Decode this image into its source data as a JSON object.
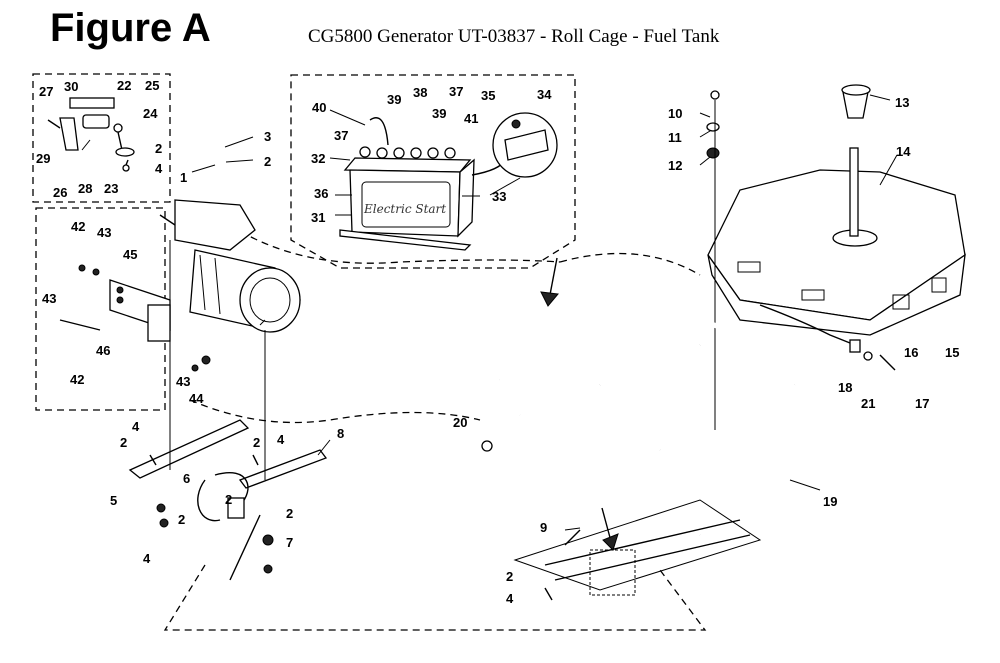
{
  "header": {
    "figure_label": "Figure A",
    "document_title": "CG5800 Generator UT-03837 - Roll Cage - Fuel Tank"
  },
  "battery": {
    "brand_text": "Electric Start"
  },
  "callouts": {
    "c1": "1",
    "c2a": "2",
    "c2b": "2",
    "c2c": "2",
    "c2d": "2",
    "c2e": "2",
    "c2f": "2",
    "c2g": "2",
    "c2h": "2",
    "c3": "3",
    "c4a": "4",
    "c4b": "4",
    "c4c": "4",
    "c4d": "4",
    "c4e": "4",
    "c5": "5",
    "c6": "6",
    "c7": "7",
    "c8": "8",
    "c9": "9",
    "c10": "10",
    "c11": "11",
    "c12": "12",
    "c13": "13",
    "c14": "14",
    "c15": "15",
    "c16": "16",
    "c17": "17",
    "c18": "18",
    "c19": "19",
    "c20": "20",
    "c21": "21",
    "c22": "22",
    "c23": "23",
    "c24": "24",
    "c25": "25",
    "c26": "26",
    "c27": "27",
    "c28": "28",
    "c29": "29",
    "c30": "30",
    "c31": "31",
    "c32": "32",
    "c33": "33",
    "c34": "34",
    "c35": "35",
    "c36": "36",
    "c37a": "37",
    "c37b": "37",
    "c38": "38",
    "c39a": "39",
    "c39b": "39",
    "c40": "40",
    "c41": "41",
    "c42a": "42",
    "c42b": "42",
    "c43a": "43",
    "c43b": "43",
    "c43c": "43",
    "c44": "44",
    "c45": "45",
    "c46": "46"
  }
}
